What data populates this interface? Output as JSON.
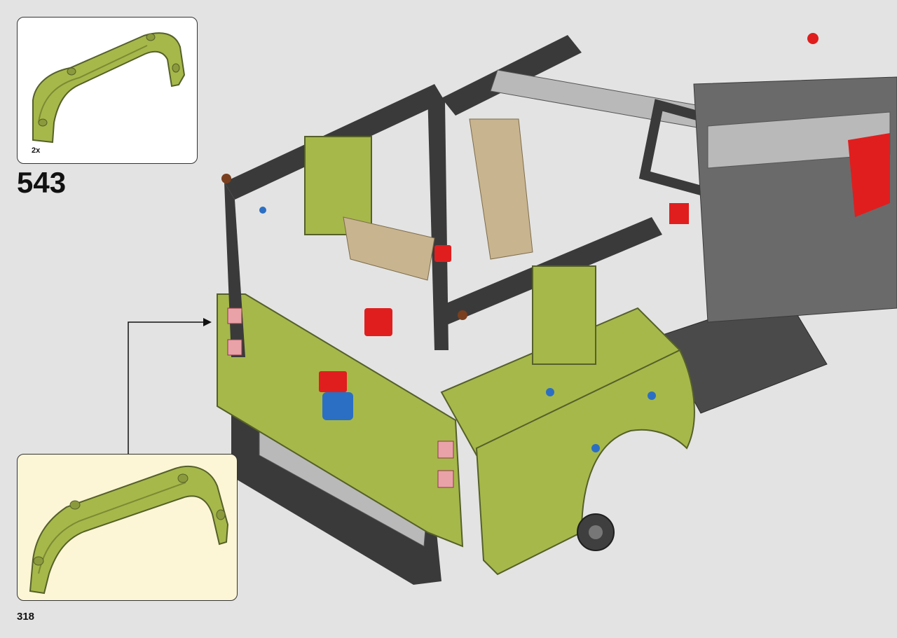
{
  "step": {
    "number": "543"
  },
  "parts_box": {
    "quantity": "2x",
    "part_icon": "fender-arch-part-icon"
  },
  "detail_box": {
    "part_icon": "fender-arch-detail-icon"
  },
  "page": {
    "number": "318"
  },
  "colors": {
    "background": "#e3e3e3",
    "part_green": "#a6b84a",
    "frame_black": "#3a3a3a",
    "beam_gray": "#b9b9b9",
    "tan": "#c8b48f",
    "red": "#e01e1e",
    "blue": "#2b6fc4",
    "detail_bg": "#fdf6d6"
  }
}
